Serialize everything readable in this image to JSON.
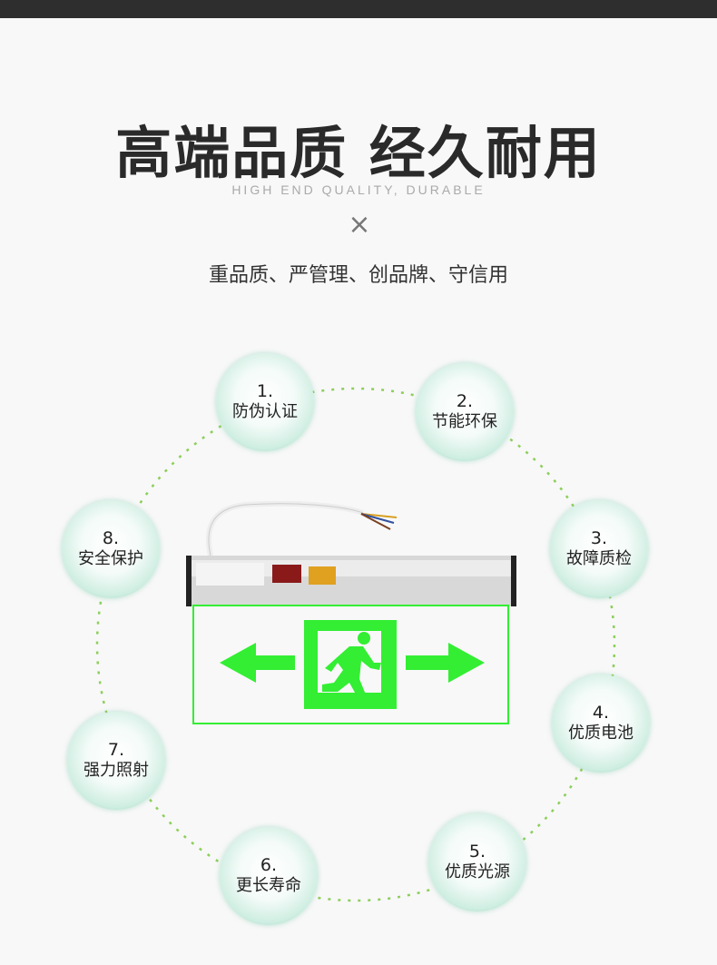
{
  "header": {
    "title": "高端品质 经久耐用",
    "subtitle": "HIGH END QUALITY, DURABLE",
    "separator": "×",
    "slogan": "重品质、严管理、创品牌、守信用"
  },
  "features": [
    {
      "num": "1.",
      "label": "防伪认证"
    },
    {
      "num": "2.",
      "label": "节能环保"
    },
    {
      "num": "3.",
      "label": "故障质检"
    },
    {
      "num": "4.",
      "label": "优质电池"
    },
    {
      "num": "5.",
      "label": "优质光源"
    },
    {
      "num": "6.",
      "label": "更长寿命"
    },
    {
      "num": "7.",
      "label": "强力照射"
    },
    {
      "num": "8.",
      "label": "安全保护"
    }
  ],
  "colors": {
    "sign_green": "#33ee33",
    "ring": "#8ccf5a"
  }
}
